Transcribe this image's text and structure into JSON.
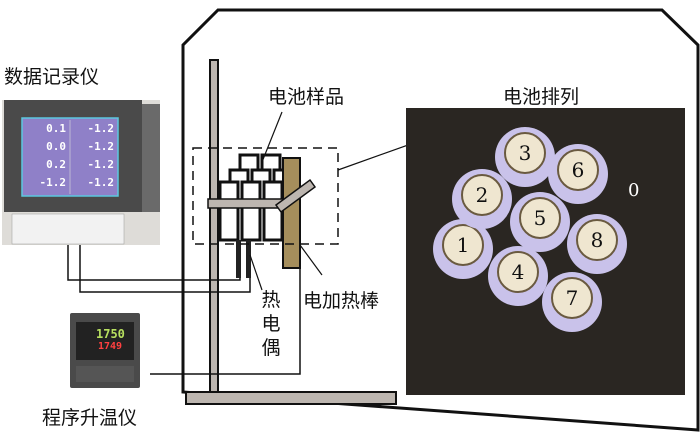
{
  "labels": {
    "data_logger": "数据记录仪",
    "battery_sample": "电池样品",
    "battery_arrangement": "电池排列",
    "thermocouple": [
      "热",
      "电",
      "偶"
    ],
    "heating_rod": "电加热棒",
    "temp_controller": "程序升温仪"
  },
  "data_logger_screen": {
    "readings": [
      "0.1",
      "-1.2",
      "0.0",
      "-1.2",
      "0.2",
      "-1.2",
      "-1.2",
      "-1.2"
    ]
  },
  "temp_controller_display": {
    "pv": "1750",
    "sv": "1749"
  },
  "cells": [
    "1",
    "2",
    "3",
    "4",
    "5",
    "6",
    "7",
    "8",
    "0"
  ],
  "colors": {
    "heater": "#a58e5c",
    "screen": "#8f80c8",
    "cell": "#c9c2ea",
    "photo_bg": "#2a2622"
  }
}
